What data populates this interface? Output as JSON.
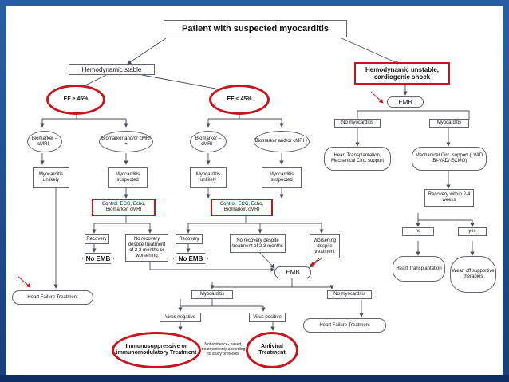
{
  "nodes": {
    "root": "Patient with suspected myocarditis",
    "hemo_stable": "Hemodynamic stable",
    "hemo_unstable": "Hemodynamic unstable, cardiogenic shock",
    "ef_high": "EF ≥ 45%",
    "ef_low": "EF < 45%",
    "emb_top": "EMB",
    "no_myocarditis_top": "No myocarditis",
    "myocarditis_top": "Myocarditis",
    "heart_transplant_mcs": "Heart Transplantation, Mechanical Circ. support",
    "mcs_lvad": "Mechanical Circ. support (LVAD /BI-VAD/ ECMO)",
    "recovery_weeks": "Recovery within 2-4 weeks",
    "no": "no",
    "yes": "yes",
    "heart_transplantation": "Heart Transplantation",
    "wean_off": "Wean off supportive therapies",
    "biomarker_neg_1": "Biomarker – cMRI -",
    "biomarker_pos_1": "Biomarker and/or cMRI +",
    "biomarker_neg_2": "Biomarker – cMRI -",
    "biomarker_pos_2": "Biomarker and/or cMRI +",
    "myocarditis_unlikely_1": "Myocarditis unlikely",
    "myocarditis_suspected_1": "Myocarditis suspected",
    "myocarditis_unlikely_2": "Myocarditis unlikely",
    "myocarditis_suspected_2": "Myocarditis suspected",
    "control_1": "Control: ECG, Echo, Biomarker, cMRI",
    "control_2": "Control: ECG, Echo, Biomarker, cMRI",
    "recovery_1": "Recovery",
    "no_recovery_1": "No recovery despite treatment of 2-3 months or worsening",
    "recovery_2": "Recovery",
    "no_recovery_2": "No recovery despite treatment of 2-3 months",
    "worsening": "Worsening despite treatment",
    "no_emb_1": "No EMB",
    "no_emb_2": "No EMB",
    "heart_failure_left": "Heart Failure Treatment",
    "emb_mid": "EMB",
    "myocarditis_mid": "Myocarditis",
    "no_myocarditis_mid": "No myocarditis",
    "heart_failure_right": "Heart Failure Treatment",
    "virus_negative": "Virus negative",
    "virus_positive": "Virus positive",
    "immuno": "Immunosuppressive or immunomodulatory Treatment",
    "antiviral": "Antiviral Treatment",
    "note": "Not evidence- based, treatment only according to study protocols"
  },
  "colors": {
    "frame": "#1f4f8f",
    "highlight_red": "#c8141e",
    "box_border": "#5f6670",
    "connector": "#4a4f57"
  }
}
